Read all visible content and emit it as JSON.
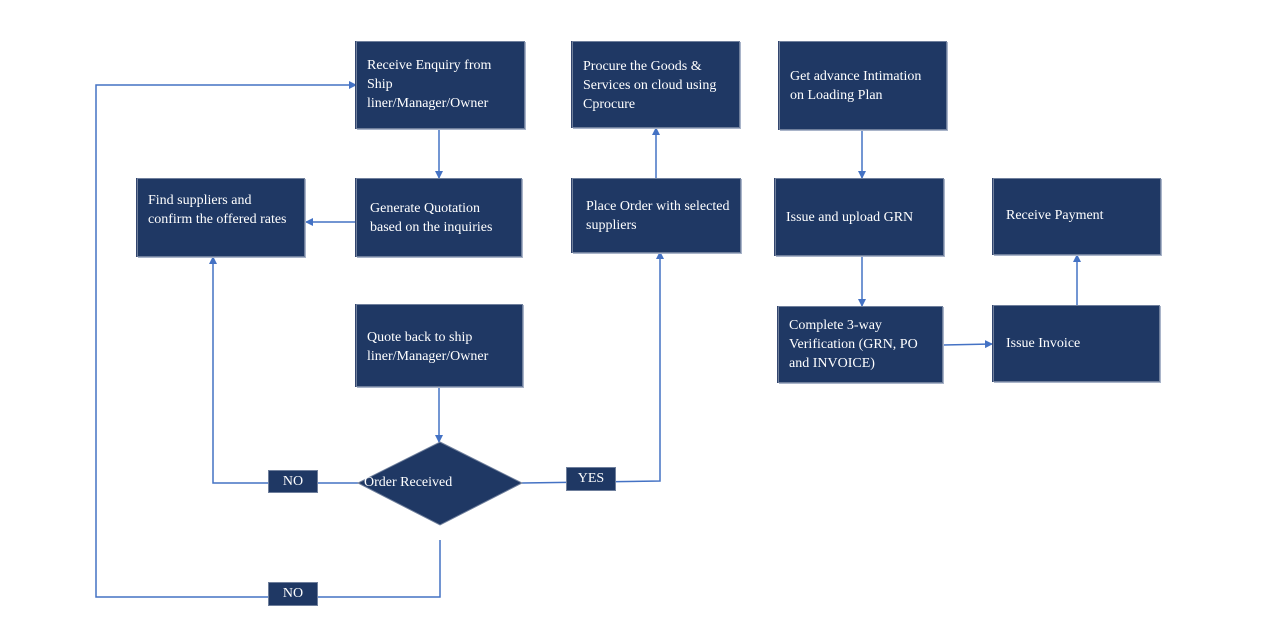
{
  "nodes": {
    "receive_enquiry": "Receive Enquiry from Ship liner/Manager/Owner",
    "generate_quotation": "Generate Quotation based on the inquiries",
    "find_suppliers": "Find suppliers and confirm the offered rates",
    "quote_back": "Quote back to ship liner/Manager/Owner",
    "order_received": "Order Received",
    "place_order": "Place Order with selected suppliers",
    "procure_goods": "Procure the Goods & Services on cloud using Cprocure",
    "advance_intimation": "Get advance Intimation on Loading Plan",
    "issue_grn": "Issue and upload GRN",
    "verification": "Complete 3-way Verification (GRN, PO and INVOICE)",
    "issue_invoice": "Issue Invoice",
    "receive_payment": "Receive Payment"
  },
  "labels": {
    "no_left": "NO",
    "yes": "YES",
    "no_bottom": "NO"
  },
  "colors": {
    "box_fill": "#1f3864",
    "arrow": "#4472c4",
    "text": "#ffffff"
  }
}
